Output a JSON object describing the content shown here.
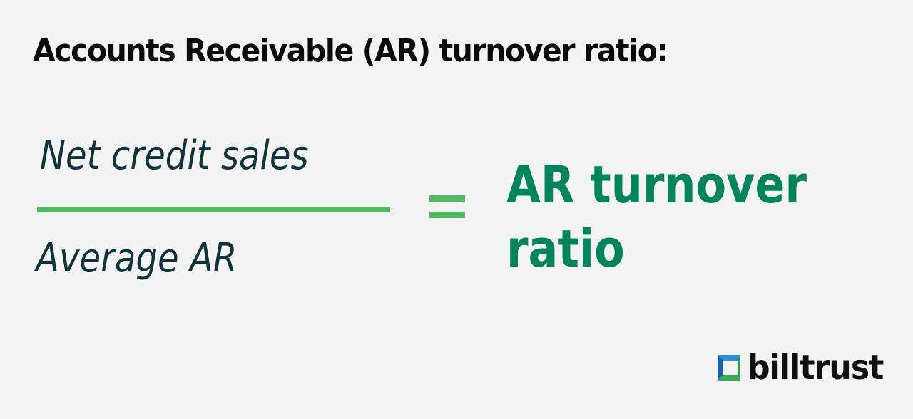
{
  "title": "Accounts Receivable (AR) turnover ratio:",
  "formula": {
    "numerator": "Net credit sales",
    "denominator": "Average AR",
    "operator": "=",
    "result": "AR turnover ratio"
  },
  "brand": {
    "name": "billtrust",
    "icon": "billtrust-logo-icon"
  },
  "colors": {
    "background": "#f3f3f3",
    "fraction_text": "#0e3338",
    "accent_line": "#52b963",
    "result_text": "#00845a",
    "logo_blue": "#1f6fb8",
    "logo_green": "#3aa857"
  }
}
